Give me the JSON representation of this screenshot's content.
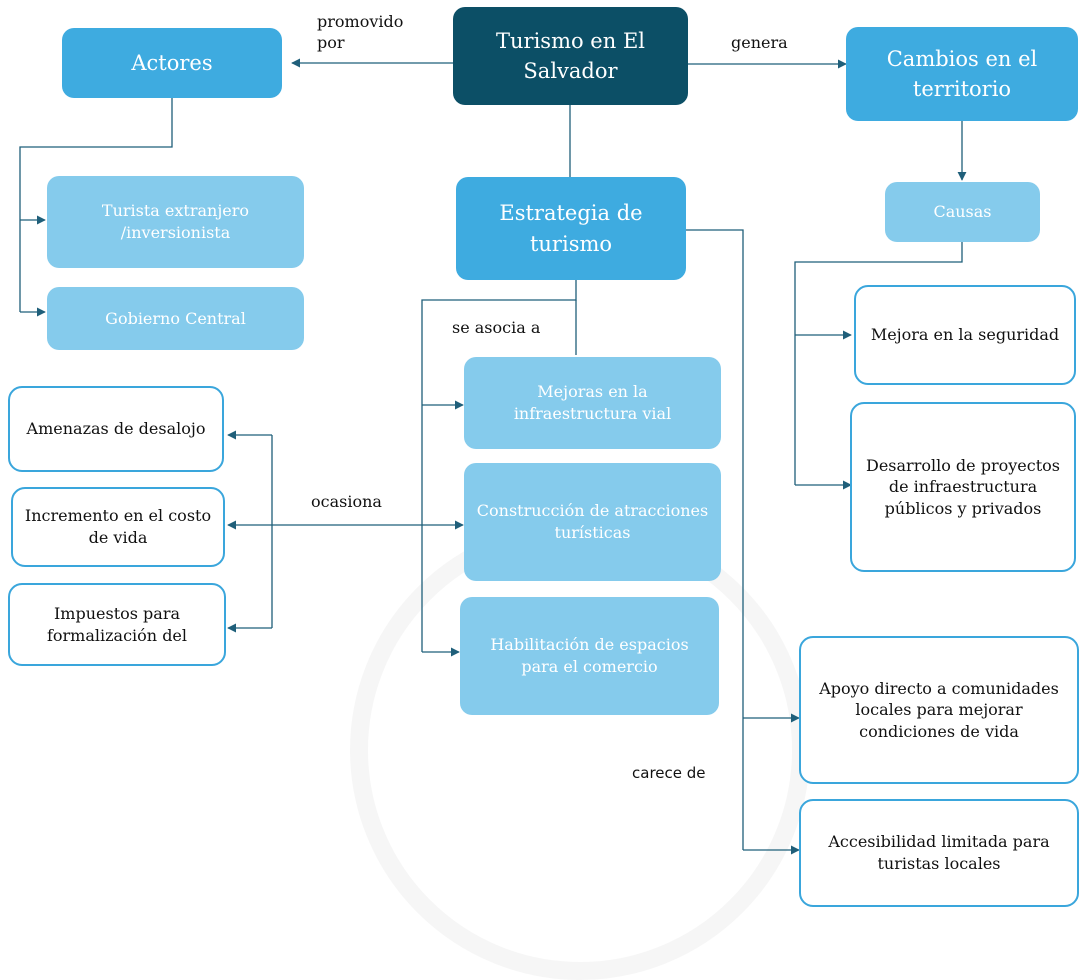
{
  "nodes": {
    "main": "Turismo en El Salvador",
    "actores": "Actores",
    "cambios": "Cambios en el territorio",
    "estrategia": "Estrategia de turismo",
    "turista": "Turista extranjero /inversionista",
    "gobierno": "Gobierno Central",
    "causas": "Causas",
    "mejora_seguridad": "Mejora en la seguridad",
    "desarrollo": "Desarrollo de proyectos de infraestructura públicos y privados",
    "mejoras_vial": "Mejoras en la infraestructura vial",
    "construccion": "Construcción de atracciones turísticas",
    "habilitacion": "Habilitación de espacios para el comercio",
    "amenazas": "Amenazas de desalojo",
    "incremento": "Incremento en el costo de vida",
    "impuestos": "Impuestos para formalización del",
    "apoyo": "Apoyo directo a comunidades locales para mejorar condiciones de vida",
    "accesibilidad": "Accesibilidad limitada para turistas locales"
  },
  "labels": {
    "promovido": "promovido por",
    "genera": "genera",
    "se_asocia": "se asocia a",
    "ocasiona": "ocasiona",
    "carece": "carece de"
  },
  "colors": {
    "dark": "#0c4f66",
    "mid": "#3eabe0",
    "light": "#85cbec",
    "outline": "#3aa6dc",
    "line": "#1f5f7a"
  }
}
